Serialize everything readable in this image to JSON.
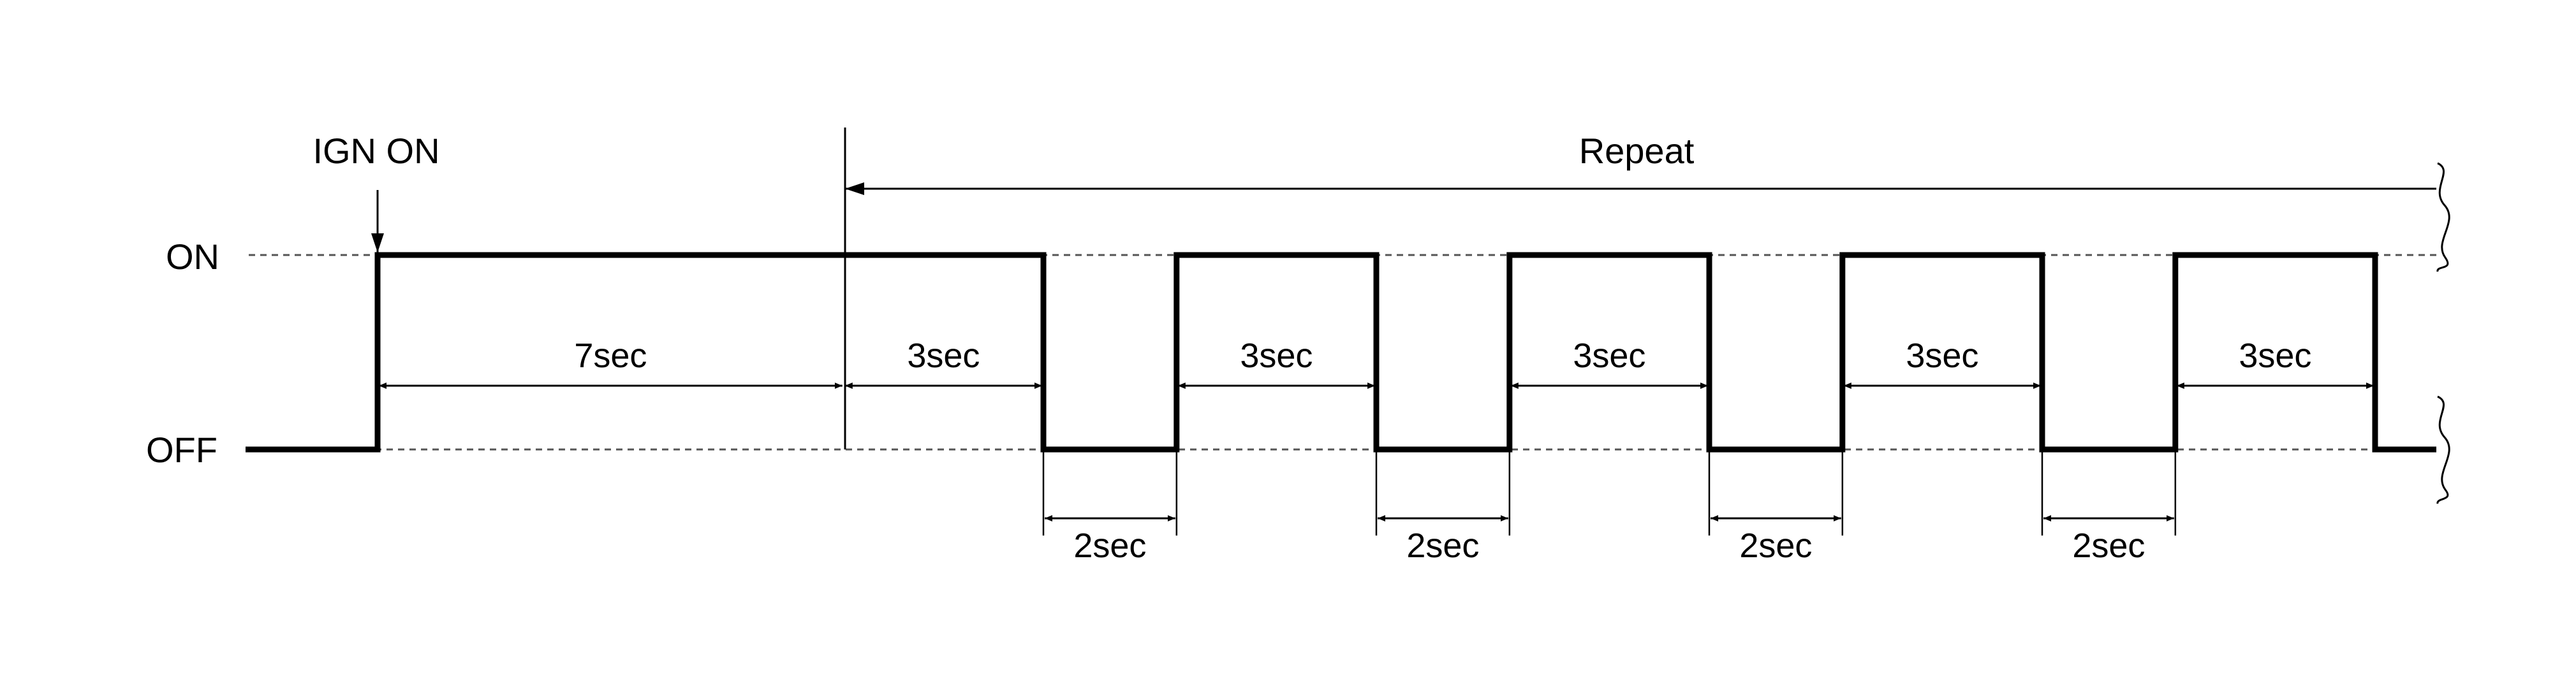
{
  "levels": {
    "on": "ON",
    "off": "OFF"
  },
  "event": {
    "label": "IGN ON"
  },
  "repeat": {
    "label": "Repeat"
  },
  "durations": {
    "initial_on": "7sec",
    "on_pulse": "3sec",
    "off_pulse": "2sec"
  },
  "sequence": {
    "initial_on_seconds": 7,
    "on_seconds": 3,
    "off_seconds": 2,
    "on_pulses": 5,
    "off_pulses": 4
  },
  "colors": {
    "line": "#000000",
    "reference_line": "#555555"
  }
}
